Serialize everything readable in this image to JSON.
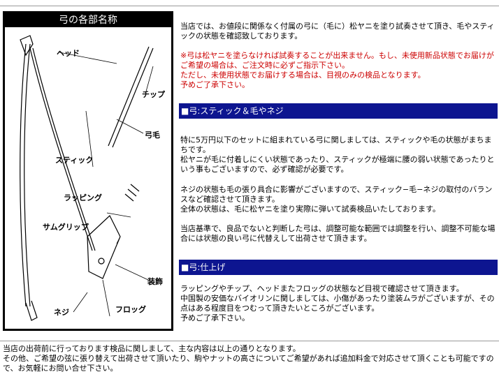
{
  "diagram": {
    "title": "弓の各部名称",
    "labels": {
      "head": "ヘッド",
      "tip": "チップ",
      "hair": "弓毛",
      "stick": "スティック",
      "wrapping": "ラッピング",
      "thumb_grip": "サムグリップ",
      "ornament": "装飾",
      "screw": "ネジ",
      "frog": "フロッグ"
    }
  },
  "intro": {
    "text": "当店では、お値段に関係なく付属の弓に（毛に）松ヤニを塗り試奏させて頂き、毛やスティックの状態を確認致しております。",
    "note_red": "※弓は松ヤニを塗らなければ試奏することが出来ません。もし、未使用新品状態でお届けがご希望の場合は、ご注文時に必ずご指示下さい。\nただし、未使用状態でお届けする場合は、目視のみの検品となります。\n予めご了承下さい。"
  },
  "section1": {
    "heading": "■弓:スティック＆毛やネジ",
    "p1": "特に5万円以下のセットに組まれている弓に関しましては、スティックや毛の状態がまちまちです。\n松ヤニが毛に付着しにくい状態であったり、スティックが極端に腰の弱い状態であったりという事もございますので、必ず確認が必要です。",
    "p2": "ネジの状態も毛の張り具合に影響がございますので、スティック−毛−ネジの取付のバランスなど確認させて頂きます。\n全体の状態は、毛に松ヤニを塗り実際に弾いて試奏検品いたしております。",
    "p3": "当店基準で、良品でないと判断した弓は、調整可能な範囲では調整を行い、調整不可能な場合には状態の良い弓に代替えして出荷させて頂きます。"
  },
  "section2": {
    "heading": "■弓:仕上げ",
    "p1": "ラッピングやチップ、ヘッドまたフロッグの状態など目視で確認させて頂きます。\n中国製の安価なバイオリンに関しましては、小傷があったり塗装ムラがございますが、その点はある程度目をつむって頂きたいところがございます。\n予めご了承下さい。"
  },
  "footer": {
    "line1": "当店の出荷前に行っております検品に関しまして、主な内容は以上の通りとなります。",
    "line2": "その他、ご希望の弦に張り替えて出荷させて頂いたり、駒やナットの高さについてご希望があれば追加料金で対応させて頂くことも可能ですので、お気軽にお問い合せ下さい。"
  }
}
